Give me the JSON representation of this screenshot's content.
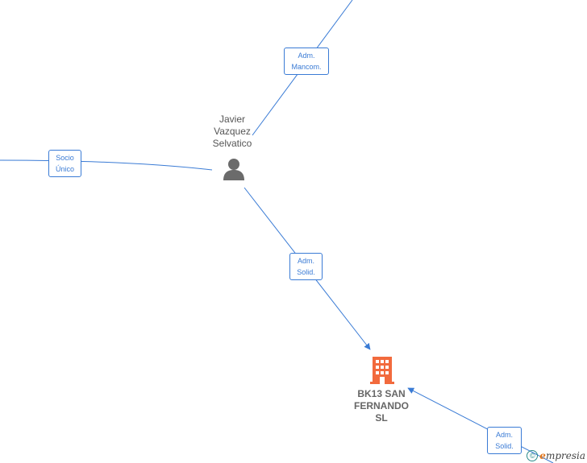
{
  "person": {
    "name_line1": "Javier",
    "name_line2": "Vazquez",
    "name_line3": "Selvatico",
    "icon": "person-icon"
  },
  "company": {
    "name_line1": "BK13 SAN",
    "name_line2": "FERNANDO",
    "name_line3": "SL",
    "icon": "building-icon",
    "color": "#f26a3d"
  },
  "edges": {
    "adm_mancom": {
      "line1": "Adm.",
      "line2": "Mancom."
    },
    "socio_unico": {
      "line1": "Socio",
      "line2": "Único"
    },
    "adm_solid_1": {
      "line1": "Adm.",
      "line2": "Solid."
    },
    "adm_solid_2": {
      "line1": "Adm.",
      "line2": "Solid."
    }
  },
  "watermark": {
    "copyright": "©",
    "brand_e": "e",
    "brand_rest": "mpresia"
  },
  "colors": {
    "edge": "#3a7bd5",
    "person_icon": "#6b6b6b",
    "company": "#f26a3d"
  }
}
